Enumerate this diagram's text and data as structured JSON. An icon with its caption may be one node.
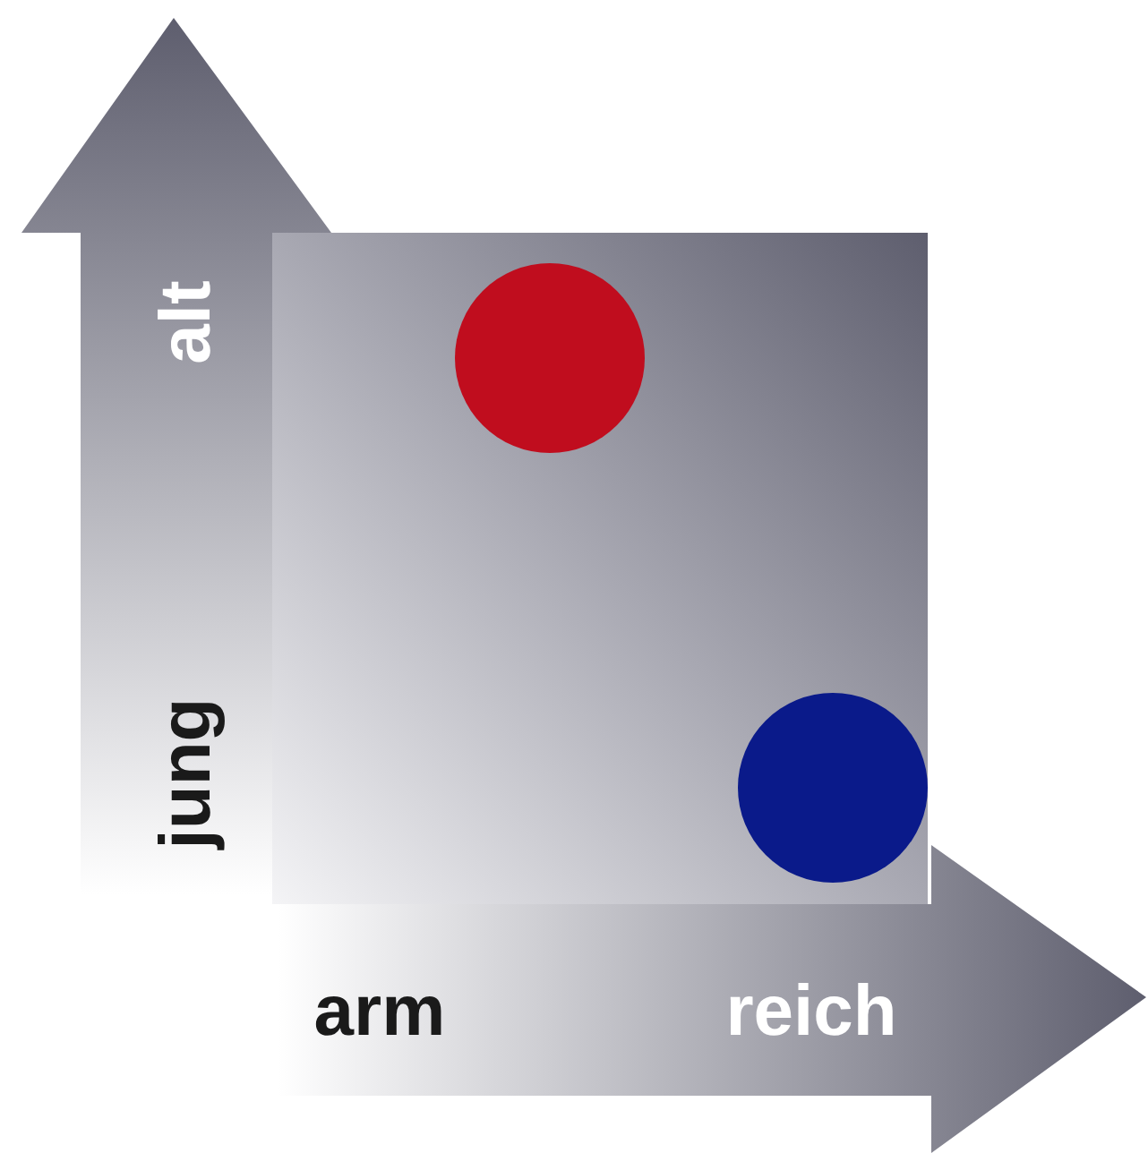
{
  "diagram": {
    "nodes": [
      {
        "text": [],
        "shape": "circle"
      },
      {
        "text": [],
        "shape": "circle"
      }
    ],
    "labels": [
      "alt",
      "jung",
      "arm",
      "reich"
    ]
  }
}
